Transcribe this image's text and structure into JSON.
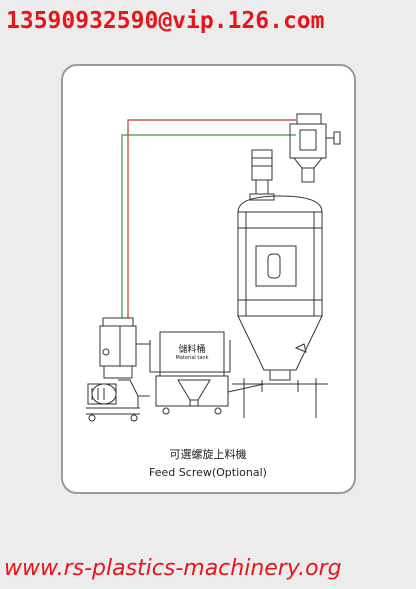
{
  "header": {
    "contact_email": "13590932590@vip.126.com"
  },
  "footer": {
    "website": "www.rs-plastics-machinery.org"
  },
  "diagram": {
    "tank_label_cn": "儲料桶",
    "tank_label_en": "Material tank",
    "caption_cn": "可選螺旋上料機",
    "caption_en": "Feed Screw(Optional)"
  },
  "colors": {
    "accent": "#e8141a",
    "line_red": "#c0392b",
    "line_green": "#3a9a3a",
    "stroke": "#333333"
  }
}
